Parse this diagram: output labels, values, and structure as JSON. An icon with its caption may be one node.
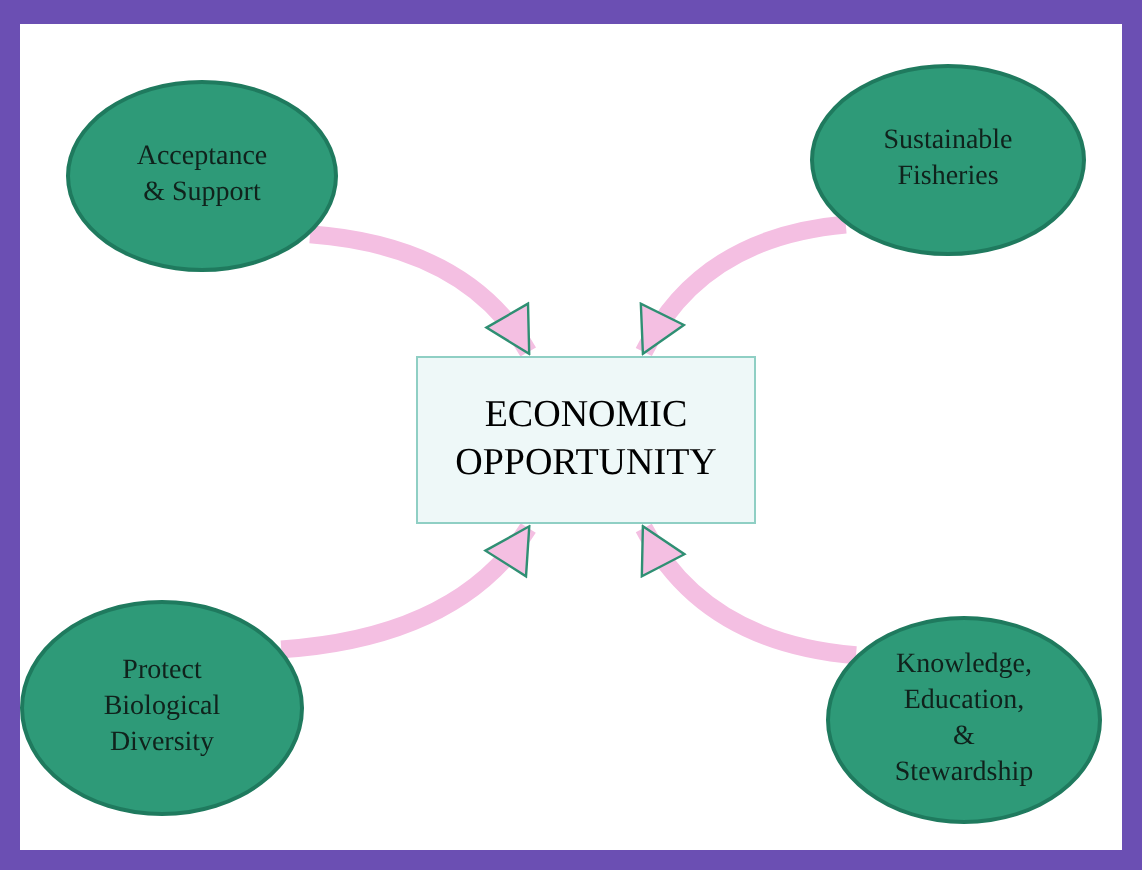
{
  "diagram": {
    "nodes": [
      {
        "text": [
          "Acceptance & Support"
        ]
      },
      {
        "text": [
          "Sustainable Fisheries"
        ]
      },
      {
        "text": [
          "ECONOMIC OPPORTUNITY"
        ]
      },
      {
        "text": [
          "Protect Biological Diversity"
        ]
      },
      {
        "text": [
          "Knowledge, Education, & Stewardship"
        ]
      }
    ],
    "edges": [
      {
        "from": 0,
        "to": 2,
        "arrow": "to"
      },
      {
        "from": 1,
        "to": 2,
        "arrow": "to"
      },
      {
        "from": 3,
        "to": 2,
        "arrow": "to"
      },
      {
        "from": 4,
        "to": 2,
        "arrow": "to"
      }
    ]
  }
}
